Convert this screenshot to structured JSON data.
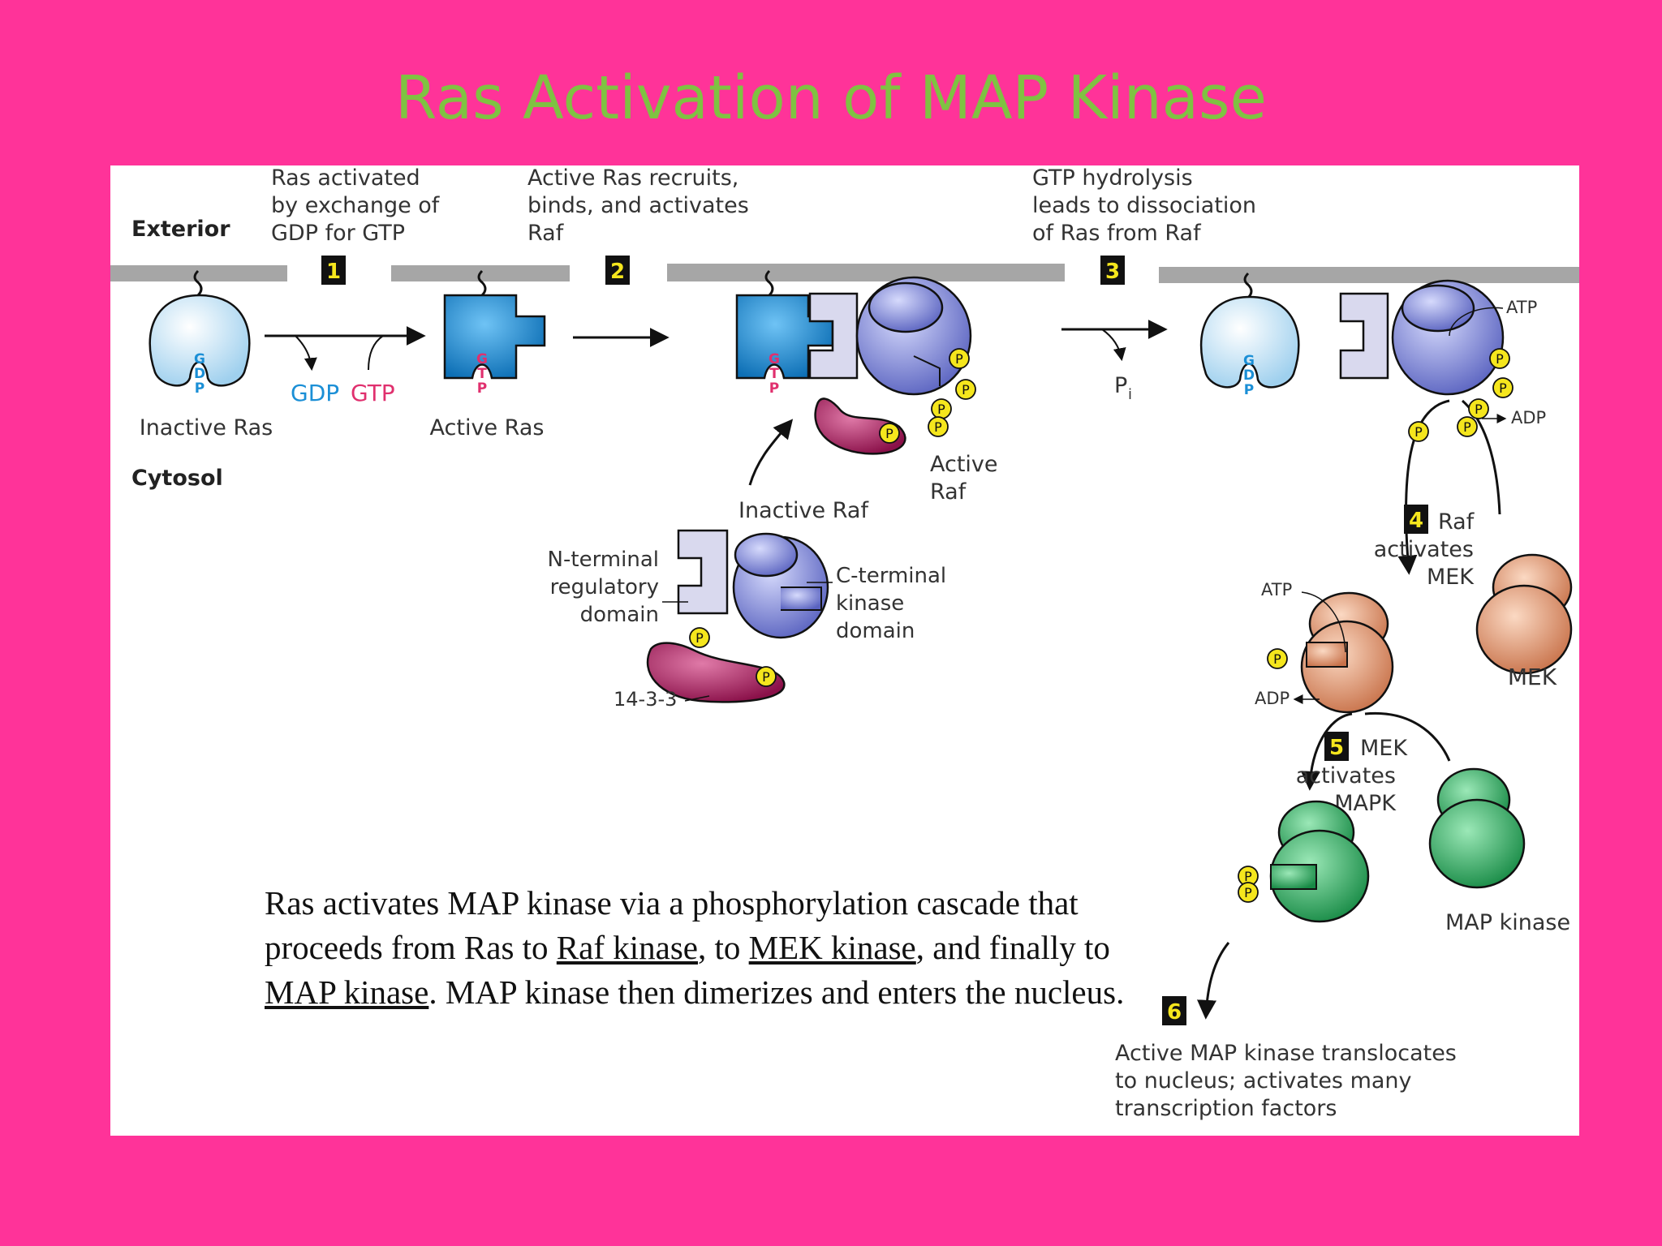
{
  "slide": {
    "title": "Ras Activation of MAP Kinase",
    "background_color": "#ff3399",
    "title_color": "#7fc242",
    "panel_color": "#ffffff"
  },
  "diagram": {
    "regions": {
      "exterior": "Exterior",
      "cytosol": "Cytosol"
    },
    "steps": [
      {
        "number": "1",
        "description": [
          "Ras activated",
          "by exchange of",
          "GDP for GTP"
        ]
      },
      {
        "number": "2",
        "description": [
          "Active Ras recruits,",
          "binds, and activates",
          "Raf"
        ]
      },
      {
        "number": "3",
        "description": [
          "GTP hydrolysis",
          "leads to dissociation",
          "of Ras from Raf"
        ]
      },
      {
        "number": "4",
        "description": [
          "Raf",
          "activates",
          "MEK"
        ]
      },
      {
        "number": "5",
        "description": [
          "MEK",
          "activates",
          "MAPK"
        ]
      },
      {
        "number": "6",
        "description": [
          "Active MAP kinase translocates",
          "to nucleus; activates many",
          "transcription factors"
        ]
      }
    ],
    "labels": {
      "inactive_ras": "Inactive Ras",
      "active_ras": "Active Ras",
      "gdp": "GDP",
      "gtp": "GTP",
      "gdp_letters": [
        "G",
        "D",
        "P"
      ],
      "gtp_letters": [
        "G",
        "T",
        "P"
      ],
      "phosphate_p": "P",
      "phosphate_i": "i",
      "active_raf": [
        "Active",
        "Raf"
      ],
      "inactive_raf": "Inactive Raf",
      "n_terminal": [
        "N-terminal",
        "regulatory",
        "domain"
      ],
      "c_terminal": [
        "C-terminal",
        "kinase",
        "domain"
      ],
      "protein_1433": "14-3-3",
      "atp": "ATP",
      "adp": "ADP",
      "mek": "MEK",
      "map_kinase": "MAP kinase",
      "phospho": "P"
    },
    "colors": {
      "ras_inactive": "#cfe8f7",
      "ras_active": "#1b8fd6",
      "raf_regulatory": "#d9d9ee",
      "raf_kinase": "#7a86d6",
      "protein_1433": "#a01c5c",
      "mek": "#e39a70",
      "mapk": "#2aa35a",
      "phosphate": "#f5e61d",
      "membrane": "#a6a6a6",
      "gdp_text": "#1b8fd6",
      "gtp_text": "#e0306e"
    }
  },
  "caption": {
    "part1": "Ras activates MAP kinase via a phosphorylation cascade that proceeds from Ras to ",
    "link_raf": "Raf kinase",
    "part2": ", to ",
    "link_mek": "MEK kinase",
    "part3": ", and finally to ",
    "link_map": "MAP kinase",
    "part4": ". MAP kinase then dimerizes and enters the nucleus."
  }
}
